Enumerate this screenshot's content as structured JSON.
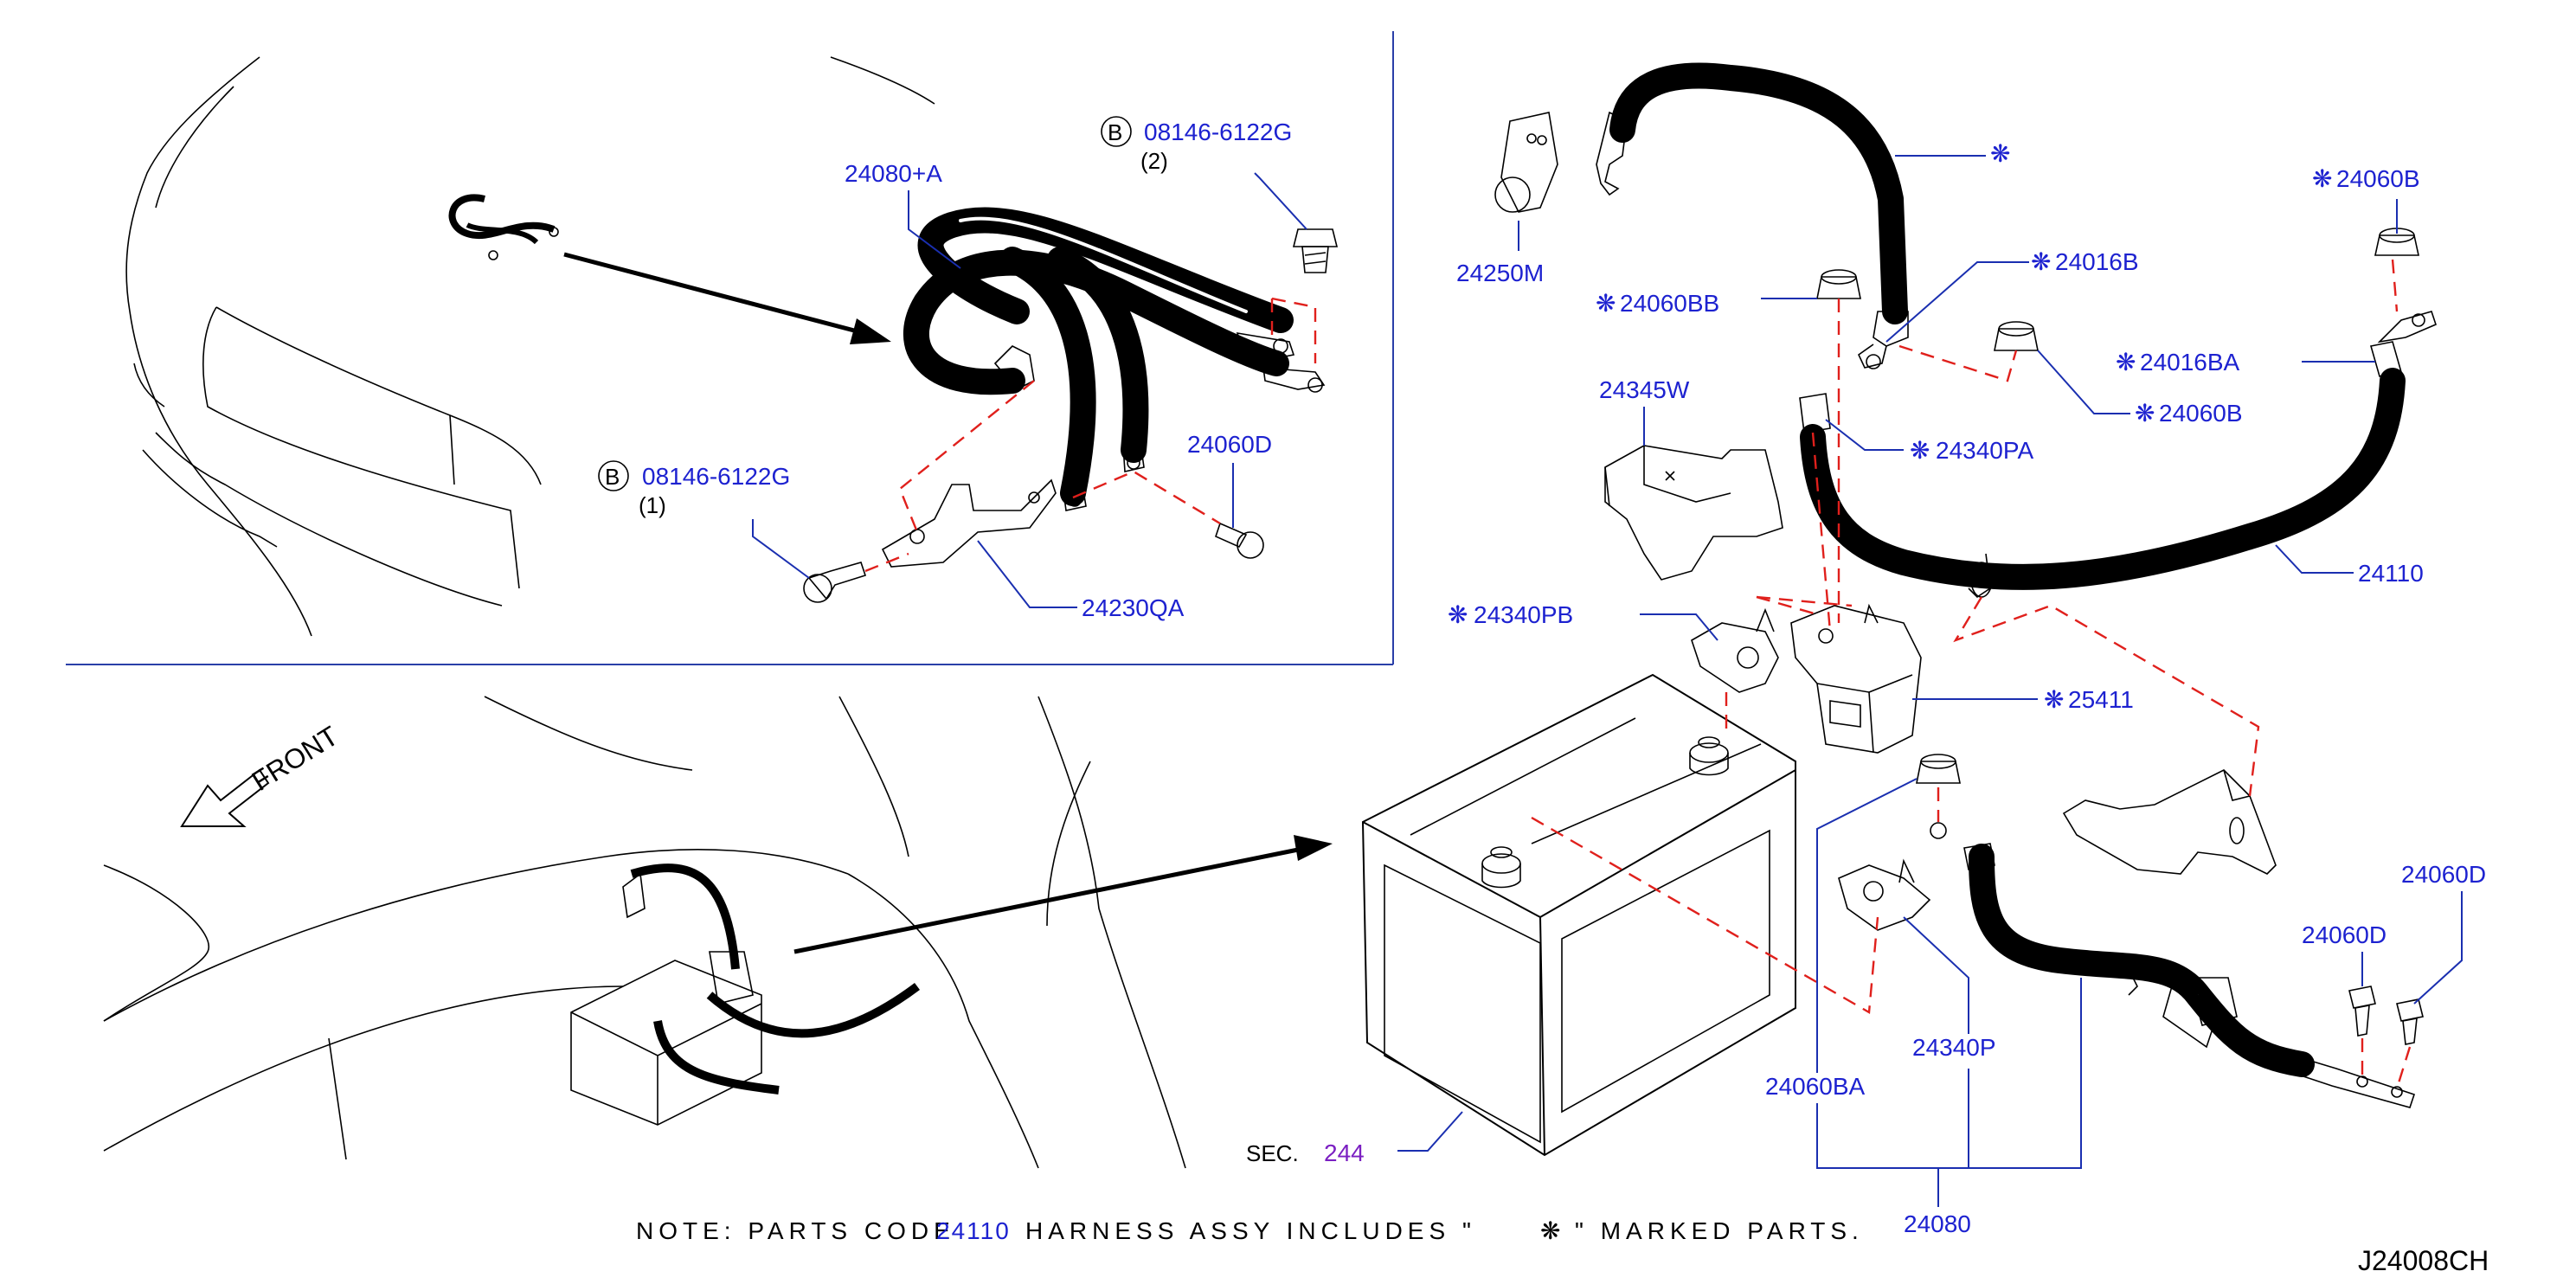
{
  "colors": {
    "part_number": "#1d22d0",
    "section_ref": "#7b1fc2",
    "leader": "#1a2fb0",
    "dash": "#e0201c",
    "outline": "#000000"
  },
  "mark_symbol": "❋",
  "labels": {
    "p24080A": "24080+A",
    "p08146_2": "08146-6122G",
    "p08146_2_qty": "(2)",
    "p08146_1": "08146-6122G",
    "p08146_1_qty": "(1)",
    "b_letter": "B",
    "p24060D_top": "24060D",
    "p24230QA": "24230QA",
    "p24250M": "24250M",
    "p24060BB": "24060BB",
    "p24016B": "24016B",
    "p24060B_top": "24060B",
    "p24016BA": "24016BA",
    "p24060B_mid": "24060B",
    "p24345W": "24345W",
    "p24340PA": "24340PA",
    "p24110": "24110",
    "p24340PB": "24340PB",
    "p25411": "25411",
    "p24060D_r1": "24060D",
    "p24060D_r2": "24060D",
    "p24340P": "24340P",
    "p24060BA": "24060BA",
    "p24080": "24080",
    "sec_label": "SEC.",
    "sec_num": "244",
    "front": "FRONT"
  },
  "note": {
    "prefix": "NOTE:  PARTS  CODE",
    "code": "24110",
    "middle": "HARNESS  ASSY  INCLUDES  \"",
    "suffix": "\"  MARKED  PARTS."
  },
  "diagram_code": "J24008CH"
}
